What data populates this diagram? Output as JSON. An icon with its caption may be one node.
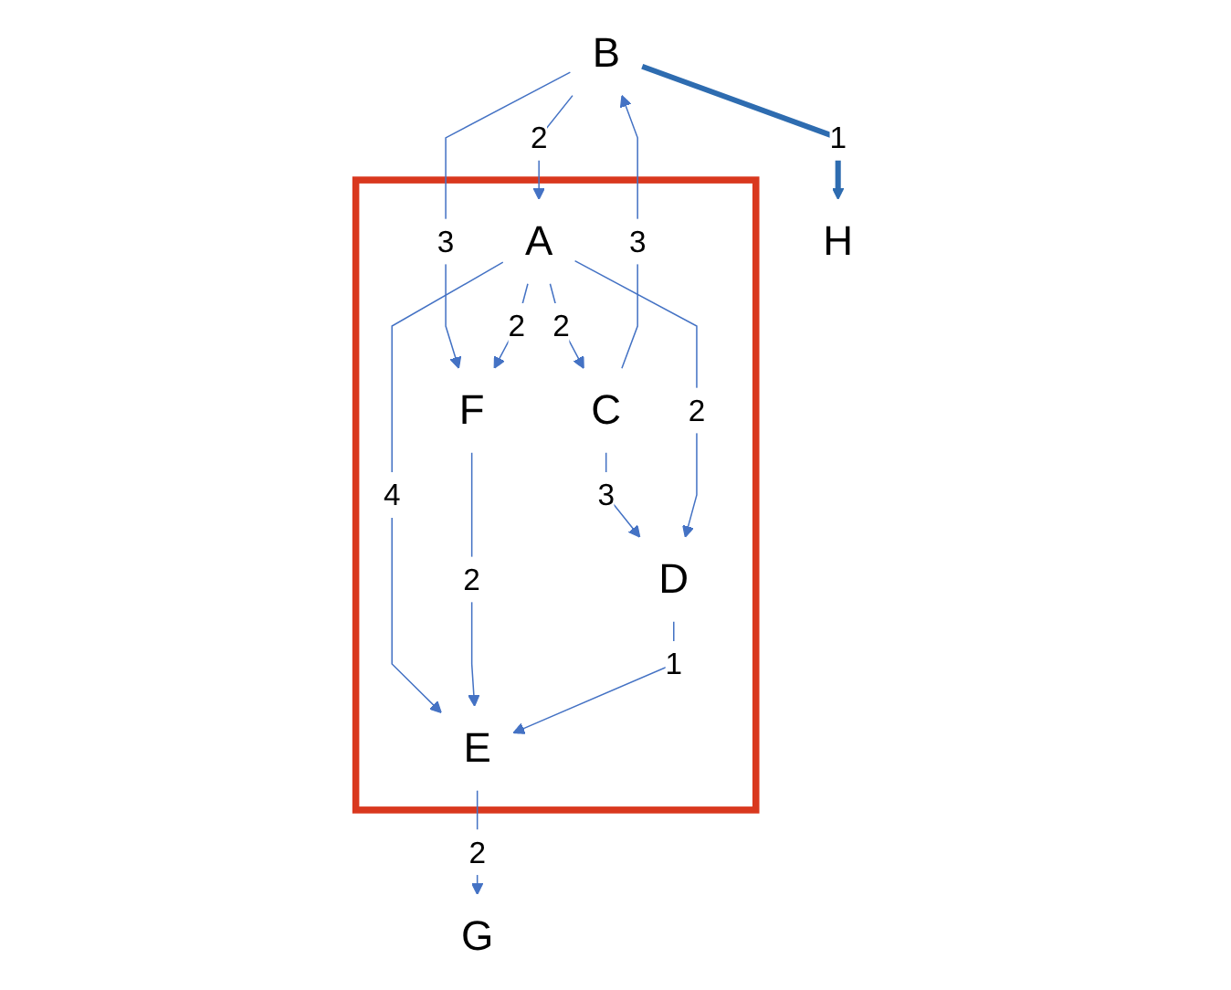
{
  "diagram": {
    "nodes": [
      {
        "text": [
          "B"
        ]
      },
      {
        "text": [
          "H"
        ]
      },
      {
        "text": [],
        "shape": "polygon"
      },
      {
        "text": [
          "C"
        ],
        "in": 2
      },
      {
        "text": [
          "A"
        ],
        "in": 2
      },
      {
        "text": [
          "F"
        ],
        "in": 2
      },
      {
        "text": [
          "D"
        ],
        "in": 2
      },
      {
        "text": [
          "E"
        ],
        "in": 2
      },
      {
        "text": [
          "G"
        ]
      }
    ],
    "edges": [
      {
        "from": 0,
        "to": 1,
        "arrow": "to",
        "label": "1",
        "style": "thick",
        "color": "#2e6cb0"
      },
      {
        "from": 3,
        "to": 0,
        "arrow": "to",
        "label": "3"
      },
      {
        "from": 0,
        "to": 4,
        "arrow": "to",
        "label": "2"
      },
      {
        "from": 0,
        "to": 5,
        "arrow": "to",
        "label": "3"
      },
      {
        "from": 4,
        "to": 3,
        "arrow": "to",
        "label": "2"
      },
      {
        "from": 4,
        "to": 5,
        "arrow": "to",
        "label": "2"
      },
      {
        "from": 3,
        "to": 6,
        "arrow": "to",
        "label": "3"
      },
      {
        "from": 4,
        "to": 6,
        "arrow": "to",
        "label": "2"
      },
      {
        "from": 4,
        "to": 7,
        "arrow": "to",
        "label": "4"
      },
      {
        "from": 5,
        "to": 7,
        "arrow": "to",
        "label": "2"
      },
      {
        "from": 6,
        "to": 7,
        "arrow": "to",
        "label": "1"
      },
      {
        "from": 7,
        "to": 8,
        "arrow": "to",
        "label": "2"
      }
    ]
  }
}
